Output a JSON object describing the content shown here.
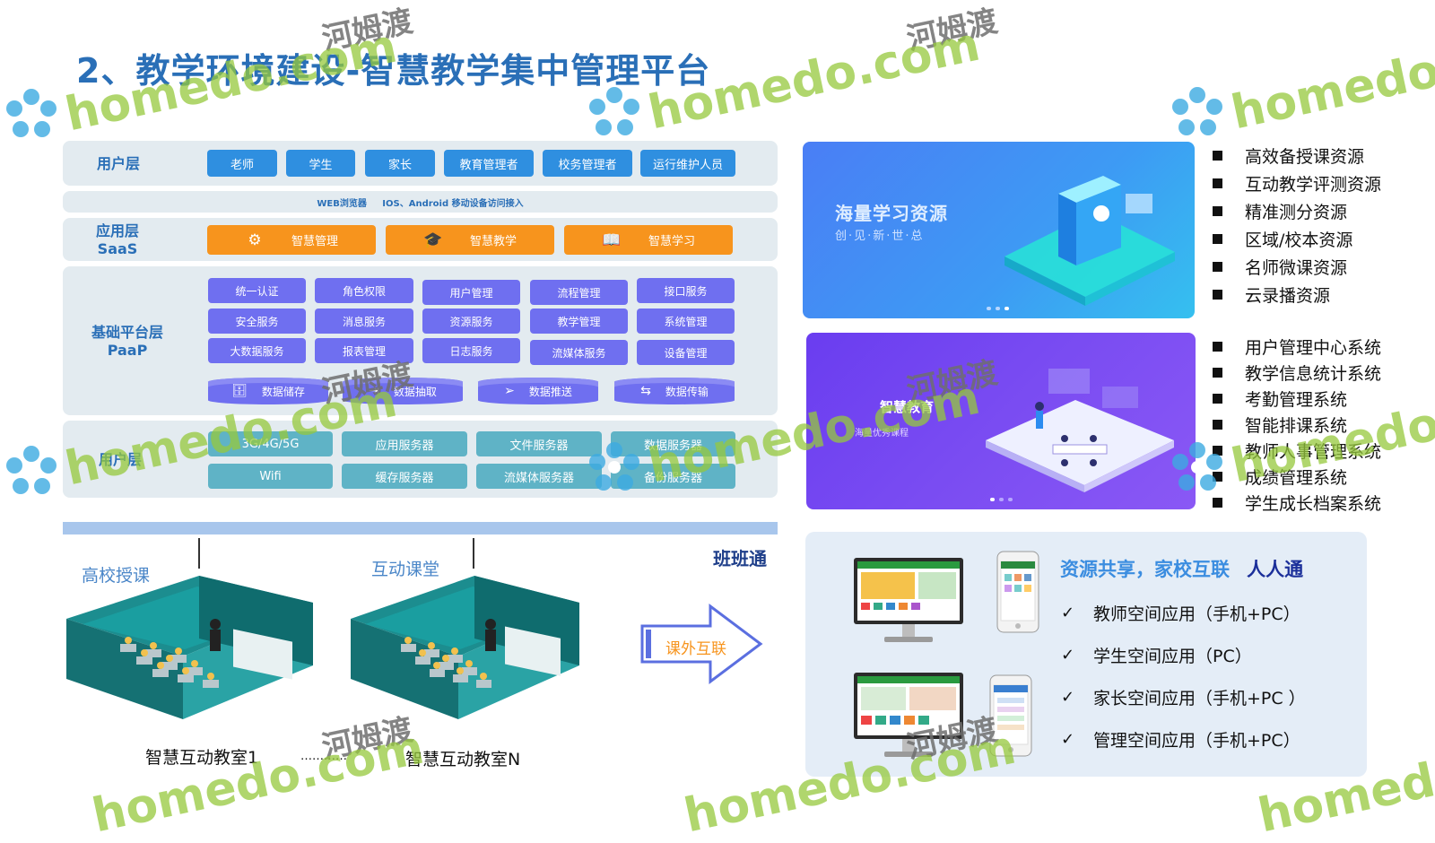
{
  "title": "2、教学环境建设-智慧教学集中管理平台",
  "architecture": {
    "user_layer": {
      "label": "用户层",
      "roles": [
        "老师",
        "学生",
        "家长",
        "教育管理者",
        "校务管理者",
        "运行维护人员"
      ]
    },
    "access_bar": "WEB浏览器     IOS、Android 移动设备访问接入",
    "saas_layer": {
      "label": "应用层 SaaS",
      "apps": [
        {
          "label": "智慧管理",
          "icon": "gear-icon"
        },
        {
          "label": "智慧教学",
          "icon": "graduation-cap-icon"
        },
        {
          "label": "智慧学习",
          "icon": "book-icon"
        }
      ]
    },
    "paas_layer": {
      "label": "基础平台层 PaaP",
      "services": [
        [
          "统一认证",
          "角色权限",
          "用户管理",
          "流程管理",
          "接口服务"
        ],
        [
          "安全服务",
          "消息服务",
          "资源服务",
          "教学管理",
          "系统管理"
        ],
        [
          "大数据服务",
          "报表管理",
          "日志服务",
          "流媒体服务",
          "设备管理"
        ]
      ],
      "data_ops": [
        {
          "label": "数据储存",
          "icon": "database-icon"
        },
        {
          "label": "数据抽取",
          "icon": "extract-icon"
        },
        {
          "label": "数据推送",
          "icon": "send-icon"
        },
        {
          "label": "数据传输",
          "icon": "transfer-icon"
        }
      ]
    },
    "infra_layer": {
      "label": "用户层",
      "items": [
        [
          "3G/4G/5G",
          "应用服务器",
          "文件服务器",
          "数据服务器"
        ],
        [
          "Wifi",
          "缓存服务器",
          "流媒体服务器",
          "备份服务器"
        ]
      ]
    }
  },
  "classrooms": {
    "room1_tag": "高校授课",
    "room2_tag": "互动课堂",
    "brand": "班班通",
    "arrow_label": "课外互联",
    "caption1": "智慧互动教室1",
    "ellipsis": "…………",
    "captionN": "智慧互动教室N"
  },
  "banners": {
    "top": {
      "title": "海量学习资源",
      "subtitle": "创·见·新·世·总"
    },
    "bottom": {
      "title": "智慧教育",
      "subtitle": "海量优秀课程"
    }
  },
  "resource_list": [
    "高效备授课资源",
    "互动教学评测资源",
    "精准测分资源",
    "区域/校本资源",
    "名师微课资源",
    "云录播资源"
  ],
  "system_list": [
    "用户管理中心系统",
    "教学信息统计系统",
    "考勤管理系统",
    "智能排课系统",
    "教师人事管理系统",
    "成绩管理系统",
    "学生成长档案系统"
  ],
  "sharing": {
    "headline": "资源共享，家校互联",
    "headline_strong": "人人通",
    "check_mark": "✓",
    "items": [
      "教师空间应用（手机+PC）",
      "学生空间应用（PC）",
      "家长空间应用（手机+PC ）",
      "管理空间应用（手机+PC）"
    ]
  },
  "watermark": {
    "brand": "homedo.com",
    "cn": "河姆渡"
  },
  "colors": {
    "title": "#2a6fb7",
    "pill_blue": "#2f8fe0",
    "pill_orange": "#f7941d",
    "pill_violet": "#6f6ff0",
    "pill_teal": "#5fb3c6",
    "band": "#e3ebf0"
  }
}
